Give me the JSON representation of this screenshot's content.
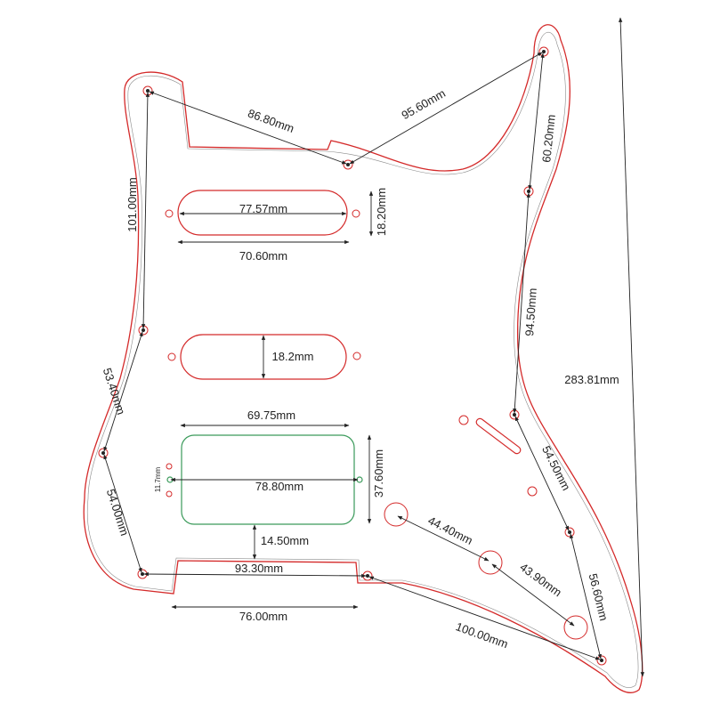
{
  "dimensions": {
    "top_left_screw_to_mid_screw": "86.80mm",
    "mid_screw_to_top_right_screw": "95.60mm",
    "top_right_vertical": "60.20mm",
    "left_vertical_top": "101.00mm",
    "neck_pickup_inner_span": "77.57mm",
    "neck_pickup_height": "18.20mm",
    "neck_pickup_width": "70.60mm",
    "middle_pickup_height": "18.2mm",
    "right_vertical_middle": "94.50mm",
    "left_diagonal_middle": "53.40mm",
    "overall_height": "283.81mm",
    "humbucker_width": "69.75mm",
    "humbucker_height": "37.60mm",
    "humbucker_screw_span": "78.80mm",
    "humbucker_side_spacing": "11.7mm",
    "right_diagonal_lower": "54.50mm",
    "left_diagonal_lower": "54.00mm",
    "control_knob_spacing_1": "44.40mm",
    "control_knob_spacing_2": "43.90mm",
    "humbucker_to_neck_edge": "14.50mm",
    "bottom_screw_span": "93.30mm",
    "right_lower_vertical": "56.60mm",
    "neck_cutout_width": "76.00mm",
    "bottom_diagonal": "100.00mm"
  },
  "colors": {
    "outline": "#d42a2a",
    "humbucker_route": "#3a9a5a",
    "dimension_lines": "#222222"
  }
}
